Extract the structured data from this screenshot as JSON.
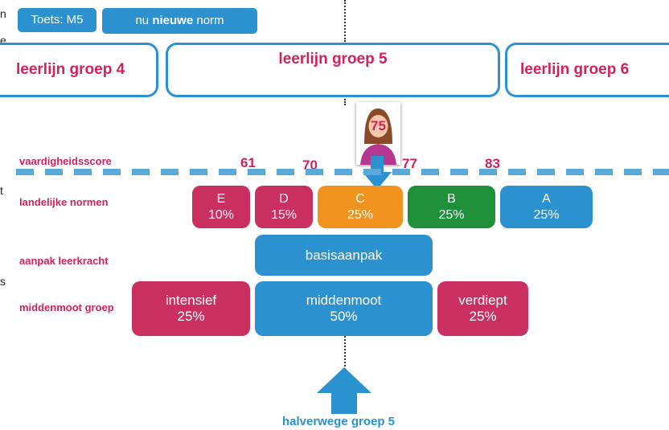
{
  "edge_letters": {
    "n": "n",
    "e": "e",
    "t": "t",
    "s": "s"
  },
  "header": {
    "test_label": "Toets: M5",
    "norm_prefix": "nu ",
    "norm_bold": "nieuwe",
    "norm_suffix": " norm"
  },
  "groups": {
    "left": "leerlijn groep 4",
    "center": "leerlijn groep 5",
    "right": "leerlijn groep 6"
  },
  "student": {
    "score": "75",
    "icon": "student-avatar-icon"
  },
  "rows": {
    "skill": "vaardigheidsscore",
    "national": "landelijke normen",
    "teacher": "aanpak leerkracht",
    "middle": "middenmoot groep"
  },
  "score_ticks": [
    "61",
    "70",
    "77",
    "83"
  ],
  "norms": [
    {
      "letter": "E",
      "pct": "10%",
      "color": "#c9305f"
    },
    {
      "letter": "D",
      "pct": "15%",
      "color": "#c9305f"
    },
    {
      "letter": "C",
      "pct": "25%",
      "color": "#f0921e"
    },
    {
      "letter": "B",
      "pct": "25%",
      "color": "#1f8f3a"
    },
    {
      "letter": "A",
      "pct": "25%",
      "color": "#2b91cf"
    }
  ],
  "approach": "basisaanpak",
  "middle_groups": [
    {
      "name": "intensief",
      "pct": "25%",
      "color": "#c9305f"
    },
    {
      "name": "middenmoot",
      "pct": "50%",
      "color": "#2b91cf"
    },
    {
      "name": "verdiept",
      "pct": "25%",
      "color": "#c9305f"
    }
  ],
  "footer": "halverwege groep 5",
  "colors": {
    "accent_blue": "#2b91cf",
    "accent_red": "#d2225a"
  }
}
